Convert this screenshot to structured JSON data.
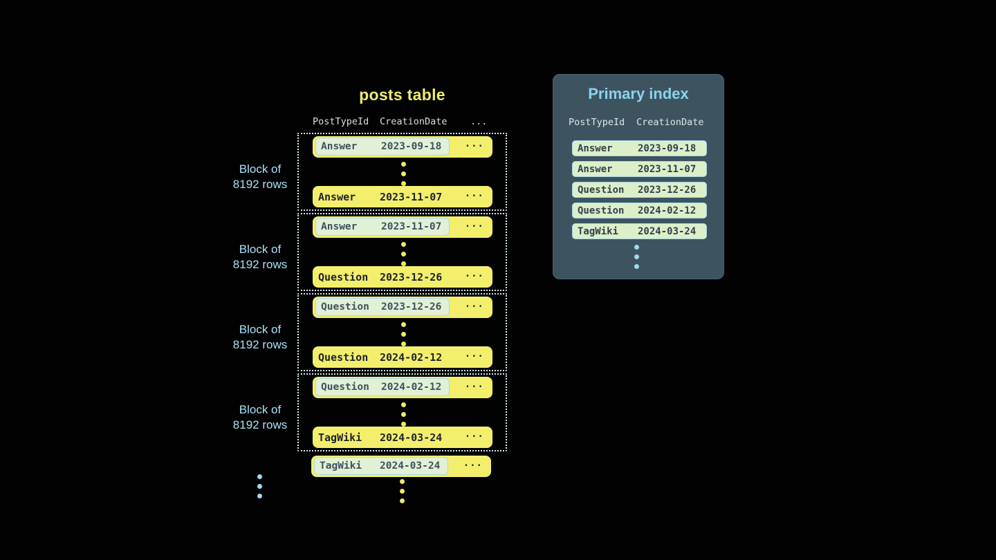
{
  "posts_table": {
    "title": "posts table",
    "columns": {
      "col1": "PostTypeId",
      "col2": "CreationDate",
      "col3": "..."
    },
    "block_label": {
      "line1": "Block of",
      "line2": "8192 rows"
    },
    "blocks": [
      {
        "first_row": {
          "post_type": "Answer",
          "creation_date": "2023-09-18",
          "more": "..."
        },
        "last_row": {
          "post_type": "Answer",
          "creation_date": "2023-11-07",
          "more": "..."
        }
      },
      {
        "first_row": {
          "post_type": "Answer",
          "creation_date": "2023-11-07",
          "more": "..."
        },
        "last_row": {
          "post_type": "Question",
          "creation_date": "2023-12-26",
          "more": "..."
        }
      },
      {
        "first_row": {
          "post_type": "Question",
          "creation_date": "2023-12-26",
          "more": "..."
        },
        "last_row": {
          "post_type": "Question",
          "creation_date": "2024-02-12",
          "more": "..."
        }
      },
      {
        "first_row": {
          "post_type": "Question",
          "creation_date": "2024-02-12",
          "more": "..."
        },
        "last_row": {
          "post_type": "TagWiki",
          "creation_date": "2024-03-24",
          "more": "..."
        }
      }
    ],
    "overflow_row": {
      "post_type": "TagWiki",
      "creation_date": "2024-03-24",
      "more": "..."
    }
  },
  "primary_index": {
    "title": "Primary index",
    "columns": {
      "col1": "PostTypeId",
      "col2": "CreationDate"
    },
    "rows": [
      {
        "post_type": "Answer",
        "creation_date": "2023-09-18"
      },
      {
        "post_type": "Answer",
        "creation_date": "2023-11-07"
      },
      {
        "post_type": "Question",
        "creation_date": "2023-12-26"
      },
      {
        "post_type": "Question",
        "creation_date": "2024-02-12"
      },
      {
        "post_type": "TagWiki",
        "creation_date": "2024-03-24"
      }
    ]
  },
  "colors": {
    "background": "#020203",
    "row_yellow": "#F3EF6D",
    "badge_green": "#E2F0D5",
    "badge_border_blue": "#A6DAEA",
    "block_dotted_border": "#D5ECF4",
    "block_label_blue": "#ABE1F5",
    "panel_background": "#3D5460",
    "panel_title_blue": "#8BD2EE",
    "ellipsis_dot_yellow": "#EFE96A",
    "ellipsis_dot_blue": "#A3D7EF"
  }
}
